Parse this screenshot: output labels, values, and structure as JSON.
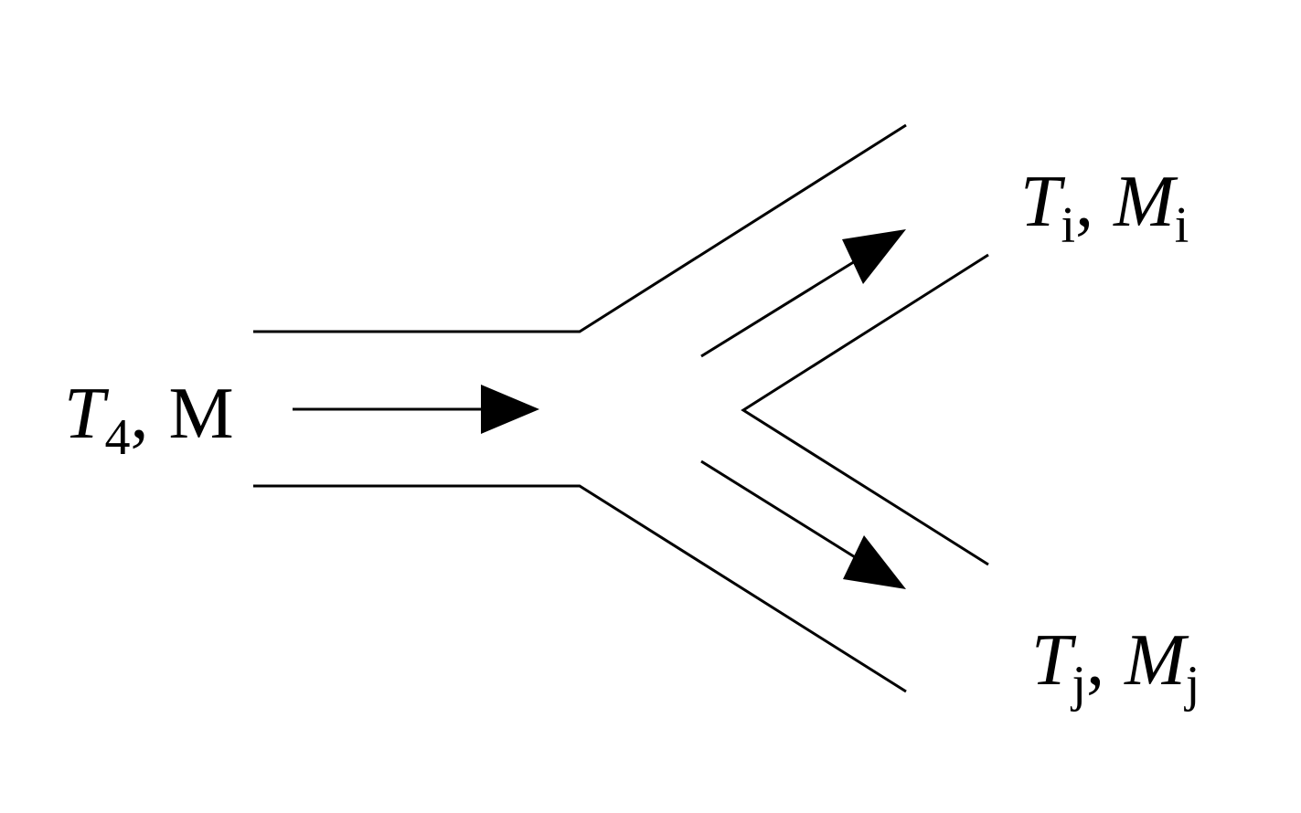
{
  "inlet": {
    "temperature_symbol": "T",
    "temperature_subscript": "4",
    "separator": ",",
    "mass_symbol": "M"
  },
  "outlet_i": {
    "temperature_symbol": "T",
    "temperature_subscript": "i",
    "separator": ",",
    "mass_symbol": "M",
    "mass_subscript": "i"
  },
  "outlet_j": {
    "temperature_symbol": "T",
    "temperature_subscript": "j",
    "separator": ",",
    "mass_symbol": "M",
    "mass_subscript": "j"
  },
  "colors": {
    "line": "#000000",
    "background": "#ffffff"
  }
}
